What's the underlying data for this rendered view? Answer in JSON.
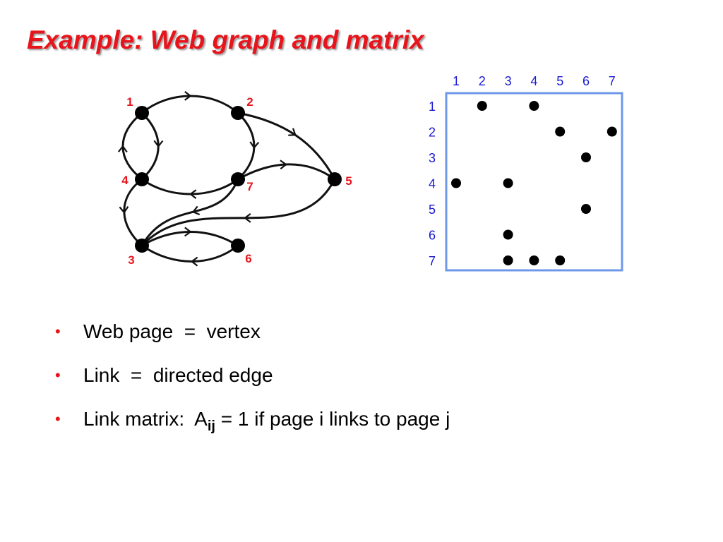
{
  "title": "Example:  Web graph and matrix",
  "colors": {
    "title": "#e8141b",
    "vertex_label": "#e8141b",
    "matrix_label": "#1a1ad0",
    "matrix_border": "#6f97e8",
    "bullet": "#e8141b"
  },
  "graph": {
    "vertices": [
      {
        "id": 1,
        "label": "1"
      },
      {
        "id": 2,
        "label": "2"
      },
      {
        "id": 3,
        "label": "3"
      },
      {
        "id": 4,
        "label": "4"
      },
      {
        "id": 5,
        "label": "5"
      },
      {
        "id": 6,
        "label": "6"
      },
      {
        "id": 7,
        "label": "7"
      }
    ],
    "edges": [
      [
        1,
        2
      ],
      [
        1,
        4
      ],
      [
        2,
        5
      ],
      [
        2,
        7
      ],
      [
        3,
        6
      ],
      [
        4,
        1
      ],
      [
        4,
        3
      ],
      [
        5,
        3
      ],
      [
        6,
        3
      ],
      [
        7,
        3
      ],
      [
        7,
        4
      ],
      [
        7,
        5
      ]
    ]
  },
  "matrix": {
    "col_labels": [
      "1",
      "2",
      "3",
      "4",
      "5",
      "6",
      "7"
    ],
    "row_labels": [
      "1",
      "2",
      "3",
      "4",
      "5",
      "6",
      "7"
    ],
    "entries": [
      [
        1,
        2
      ],
      [
        1,
        4
      ],
      [
        2,
        5
      ],
      [
        2,
        7
      ],
      [
        3,
        6
      ],
      [
        4,
        1
      ],
      [
        4,
        3
      ],
      [
        5,
        6
      ],
      [
        6,
        3
      ],
      [
        7,
        3
      ],
      [
        7,
        4
      ],
      [
        7,
        5
      ]
    ]
  },
  "bullets": {
    "mark": "•",
    "b1": "Web page  =  vertex",
    "b2": "Link  =  directed edge",
    "b3_pre": "Link matrix:  A",
    "b3_sub": "ij",
    "b3_post": " = 1 if page i links to page j"
  }
}
